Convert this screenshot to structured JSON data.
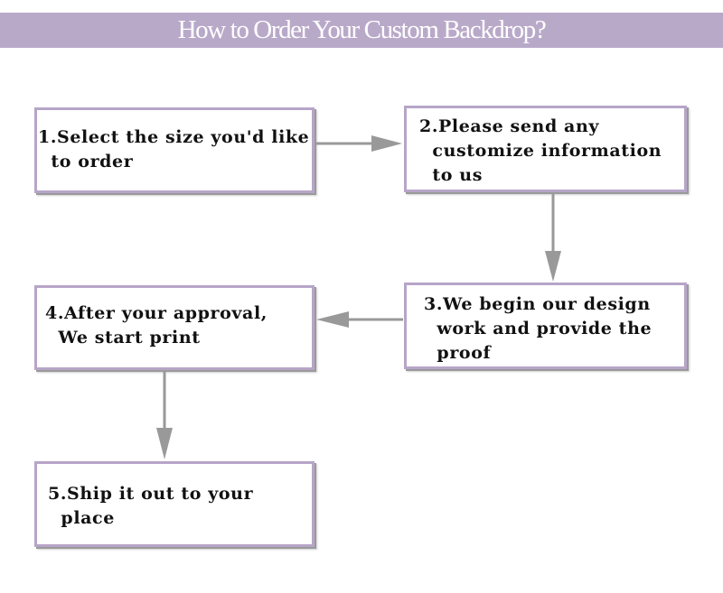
{
  "title": "How to Order Your Custom Backdrop?",
  "colors": {
    "title_bar": "#b9a9c9",
    "box_border": "#b7a5c8",
    "arrow": "#999999"
  },
  "steps": [
    {
      "text": "1.Select the size you'd like\n  to order"
    },
    {
      "text": "2.Please send any\n  customize information\n  to us"
    },
    {
      "text": "3.We begin our design\n  work and provide the\n  proof"
    },
    {
      "text": "4.After your approval,\n  We start print"
    },
    {
      "text": "5.Ship it out to your\n  place"
    }
  ]
}
